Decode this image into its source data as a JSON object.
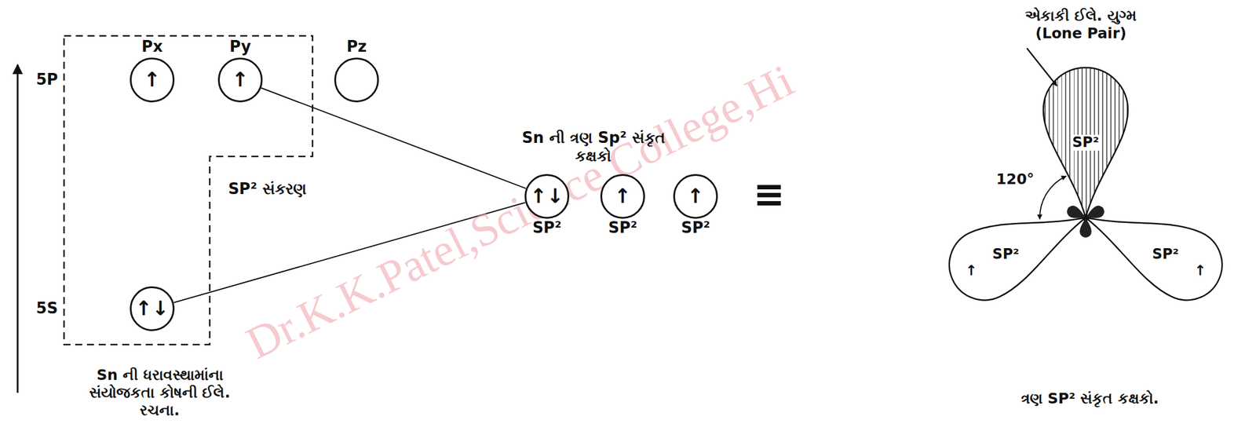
{
  "diagram": {
    "nodes": [
      {
        "text": [
          "Px",
          "↑"
        ]
      },
      {
        "text": [
          "Py",
          "↑"
        ]
      },
      {
        "text": [
          "Pz"
        ]
      },
      {
        "text": [
          "↑↓"
        ]
      },
      {
        "text": [
          "↑↓",
          "SP²"
        ]
      },
      {
        "text": [
          "↑",
          "SP²"
        ]
      },
      {
        "text": [
          "↑",
          "SP²"
        ]
      },
      {
        "text": [
          "SP²"
        ]
      },
      {
        "text": [
          "SP²",
          "↑"
        ]
      },
      {
        "text": [
          "SP²",
          "↑"
        ]
      }
    ],
    "edges": [
      {
        "from": 1,
        "to": 4,
        "arrow": "none"
      },
      {
        "from": 3,
        "to": 4,
        "arrow": "none"
      }
    ],
    "labels": [
      "5P",
      "5S",
      "SP² સંકરણ",
      "Sn ની ધરાવસ્થામાંના સંયોજકતા કોષની ઈલે. રચના.",
      "Sn ની ત્રણ Sp² સંકૃત કક્ષકો",
      "≡",
      "એકાકી ઈલે. યુગ્મ (Lone Pair)",
      "120°",
      "ત્રણ SP² સંકૃત કક્ષકો.",
      "Dr.K.K.Patel,Science College,Hi"
    ]
  }
}
